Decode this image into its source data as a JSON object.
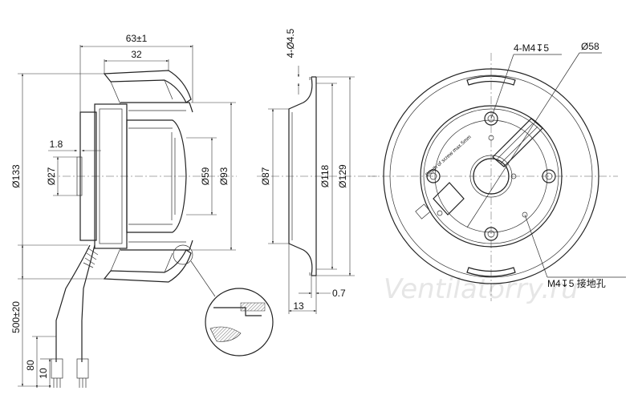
{
  "side_view": {
    "dims": {
      "overall_depth": "63±1",
      "rotor_depth": "32",
      "offset": "1.8",
      "outer_dia": "Ø133",
      "hub_dia": "Ø27",
      "inlet_dia": "Ø59",
      "impeller_dia": "Ø93",
      "cable_length": "500±20",
      "strip_80": "80",
      "strip_10": "10"
    }
  },
  "ring_view": {
    "dims": {
      "holes": "4-Ø4.5",
      "inner_dia": "Ø87",
      "mid_dia": "Ø118",
      "outer_dia": "Ø129",
      "thickness": "0.7",
      "height": "13"
    }
  },
  "front_view": {
    "labels": {
      "screw_holes": "4-M4↧5",
      "pcd": "Ø58",
      "ground_hole": "M4↧5 接地孔",
      "depth_note": "Depth of screw max.5mm"
    }
  },
  "watermark": "Ventilatorry.ru",
  "colors": {
    "line": "#222222",
    "watermark": "#e6e6e6"
  }
}
